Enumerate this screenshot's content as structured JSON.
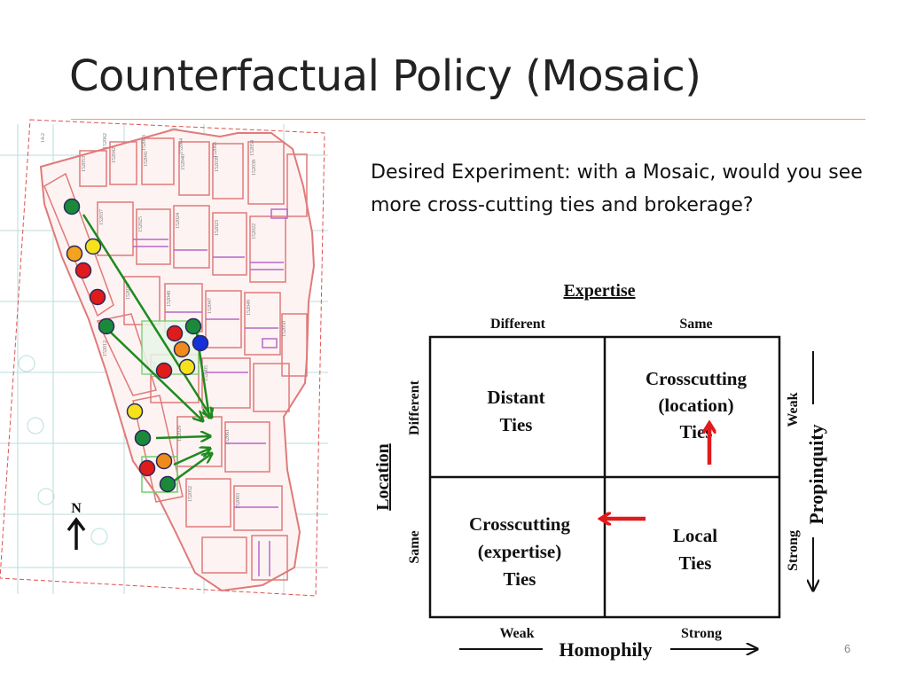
{
  "slide": {
    "title": "Counterfactual Policy (Mosaic)",
    "body": "Desired Experiment: with a Mosaic, would you see more cross-cutting ties and brokerage?",
    "page_number": "6"
  },
  "floorplan": {
    "north_label": "N",
    "room_labels": [
      "14-2",
      "152062",
      "152063",
      "152064",
      "152065",
      "152054",
      "152053",
      "152042",
      "152041",
      "152040",
      "152039",
      "152038",
      "152037",
      "152025",
      "152024",
      "152023",
      "152022",
      "152036",
      "152048",
      "152047",
      "152049",
      "152050",
      "152012",
      "152034",
      "152005",
      "152029",
      "152061",
      "152052",
      "152003"
    ],
    "marker_colors": {
      "green": "#1a8a3a",
      "yellow": "#f5e21c",
      "orange": "#f08a1c",
      "red": "#e01b1b",
      "blue": "#1530d8",
      "arrow": "#1f8a1f"
    }
  },
  "matrix": {
    "top_title": "Expertise",
    "col_labels": [
      "Different",
      "Same"
    ],
    "left_title": "Location",
    "row_labels": [
      "Different",
      "Same"
    ],
    "right_title": "Propinquity",
    "right_weak": "Weak",
    "right_strong": "Strong",
    "bottom_title": "Homophily",
    "bottom_weak": "Weak",
    "bottom_strong": "Strong",
    "cells": {
      "distant": [
        "Distant",
        "Ties"
      ],
      "cross_location": [
        "Crosscutting",
        "(location)",
        "Ties"
      ],
      "cross_expertise": [
        "Crosscutting",
        "(expertise)",
        "Ties"
      ],
      "local": [
        "Local",
        "Ties"
      ]
    },
    "highlight_arrow_color": "#e01b1b"
  }
}
